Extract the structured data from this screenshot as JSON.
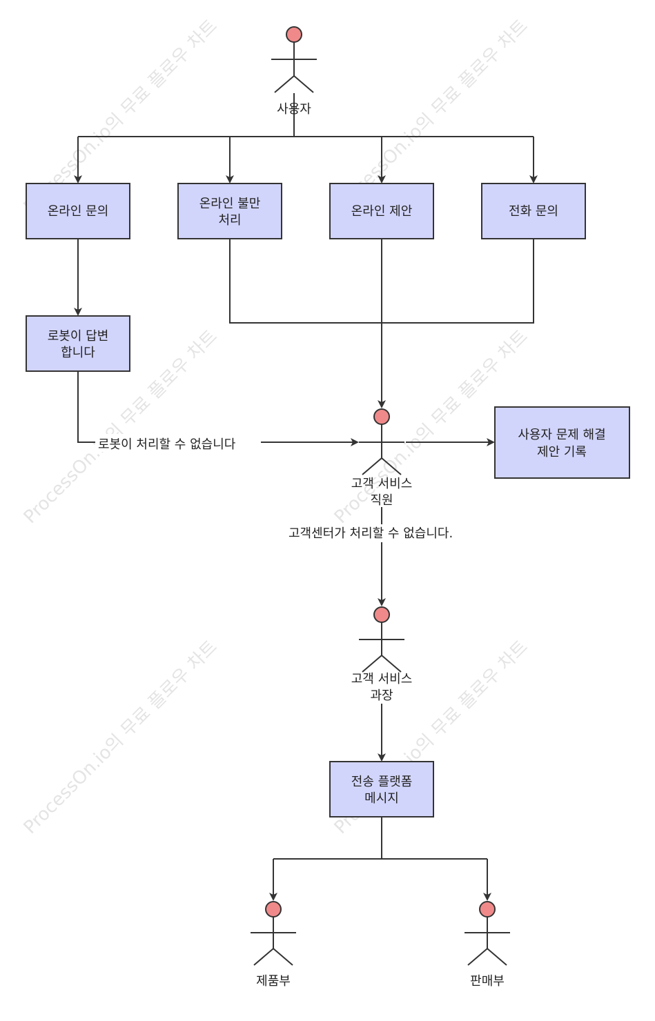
{
  "watermark": "ProcessOn.io의 무료 플로우 차트",
  "actors": {
    "user": "사용자",
    "cs_staff_line1": "고객 서비스",
    "cs_staff_line2": "직원",
    "cs_manager_line1": "고객 서비스",
    "cs_manager_line2": "과장",
    "product_dept": "제품부",
    "sales_dept": "판매부"
  },
  "boxes": {
    "online_inquiry": "온라인 문의",
    "online_complaint_line1": "온라인 불만",
    "online_complaint_line2": "처리",
    "online_suggestion": "온라인 제안",
    "phone_inquiry": "전화 문의",
    "robot_answer_line1": "로봇이 답변",
    "robot_answer_line2": "합니다",
    "record_line1": "사용자 문제 해결",
    "record_line2": "제안 기록",
    "transfer_line1": "전송 플랫폼",
    "transfer_line2": "메시지"
  },
  "edge_labels": {
    "robot_cannot": "로봇이 처리할 수 없습니다",
    "center_cannot": "고객센터가 처리할 수 없습니다."
  },
  "colors": {
    "box_fill": "#d2d5fb",
    "box_stroke": "#333333",
    "actor_head": "#f08a8a",
    "line": "#333333"
  }
}
